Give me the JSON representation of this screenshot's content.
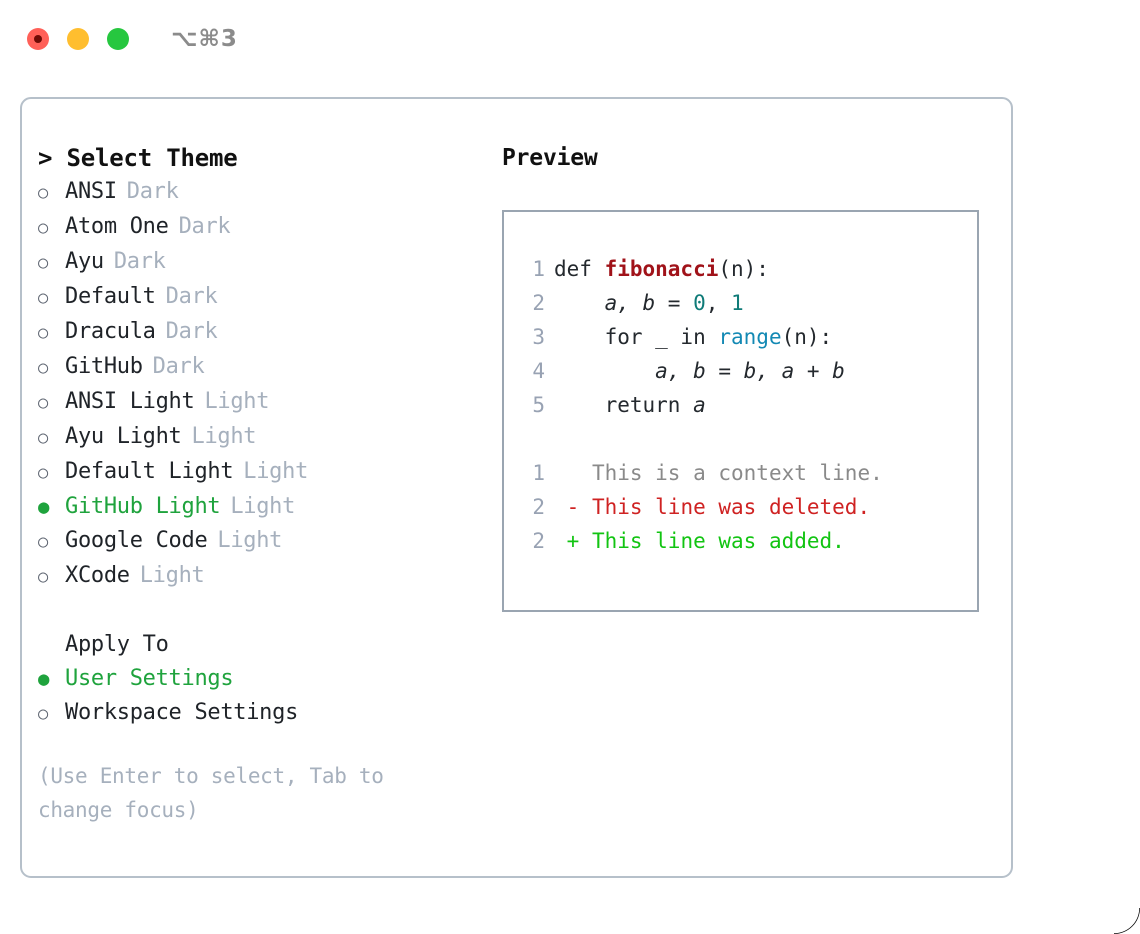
{
  "window": {
    "shortcut_label": "⌥⌘3",
    "traffic_lights": [
      "close",
      "minimize",
      "maximize"
    ],
    "colors": {
      "close": "#ff6058",
      "minimize": "#ffbe2f",
      "maximize": "#26c73f",
      "panel_border": "#b6c0ca",
      "preview_border": "#9aa5b1",
      "accent_green": "#1fa33d",
      "muted": "#a6b0bd"
    }
  },
  "theme_selector": {
    "header": "> Select Theme",
    "marker_unselected": "○",
    "marker_selected": "●",
    "items": [
      {
        "label": "ANSI",
        "category": "Dark",
        "selected": false
      },
      {
        "label": "Atom One",
        "category": "Dark",
        "selected": false
      },
      {
        "label": "Ayu",
        "category": "Dark",
        "selected": false
      },
      {
        "label": "Default",
        "category": "Dark",
        "selected": false
      },
      {
        "label": "Dracula",
        "category": "Dark",
        "selected": false
      },
      {
        "label": "GitHub",
        "category": "Dark",
        "selected": false
      },
      {
        "label": "ANSI Light",
        "category": "Light",
        "selected": false
      },
      {
        "label": "Ayu Light",
        "category": "Light",
        "selected": false
      },
      {
        "label": "Default Light",
        "category": "Light",
        "selected": false
      },
      {
        "label": "GitHub Light",
        "category": "Light",
        "selected": true
      },
      {
        "label": "Google Code",
        "category": "Light",
        "selected": false
      },
      {
        "label": "XCode",
        "category": "Light",
        "selected": false
      }
    ]
  },
  "apply_to": {
    "label": "Apply To",
    "items": [
      {
        "label": "User Settings",
        "selected": true
      },
      {
        "label": "Workspace Settings",
        "selected": false
      }
    ]
  },
  "hint": "(Use Enter to select, Tab to change focus)",
  "preview": {
    "header": "Preview",
    "code_lines": [
      {
        "no": "1",
        "segments": [
          {
            "text": "def ",
            "style": "plain"
          },
          {
            "text": "fibonacci",
            "style": "func"
          },
          {
            "text": "(n):",
            "style": "plain"
          }
        ]
      },
      {
        "no": "2",
        "segments": [
          {
            "text": "    ",
            "style": "plain"
          },
          {
            "text": "a, b",
            "style": "ital"
          },
          {
            "text": " = ",
            "style": "plain"
          },
          {
            "text": "0",
            "style": "num"
          },
          {
            "text": ", ",
            "style": "plain"
          },
          {
            "text": "1",
            "style": "num"
          }
        ]
      },
      {
        "no": "3",
        "segments": [
          {
            "text": "    for _ in ",
            "style": "plain"
          },
          {
            "text": "range",
            "style": "builtin"
          },
          {
            "text": "(n):",
            "style": "plain"
          }
        ]
      },
      {
        "no": "4",
        "segments": [
          {
            "text": "        ",
            "style": "plain"
          },
          {
            "text": "a, b",
            "style": "ital"
          },
          {
            "text": " = ",
            "style": "plain"
          },
          {
            "text": "b, a + b",
            "style": "ital"
          }
        ]
      },
      {
        "no": "5",
        "segments": [
          {
            "text": "    return ",
            "style": "plain"
          },
          {
            "text": "a",
            "style": "ital"
          }
        ]
      }
    ],
    "diff_lines": [
      {
        "no": "1",
        "marker": " ",
        "text": "This is a context line.",
        "kind": "context"
      },
      {
        "no": "2",
        "marker": "-",
        "text": "This line was deleted.",
        "kind": "deleted"
      },
      {
        "no": "2",
        "marker": "+",
        "text": "This line was added.",
        "kind": "added"
      }
    ]
  }
}
